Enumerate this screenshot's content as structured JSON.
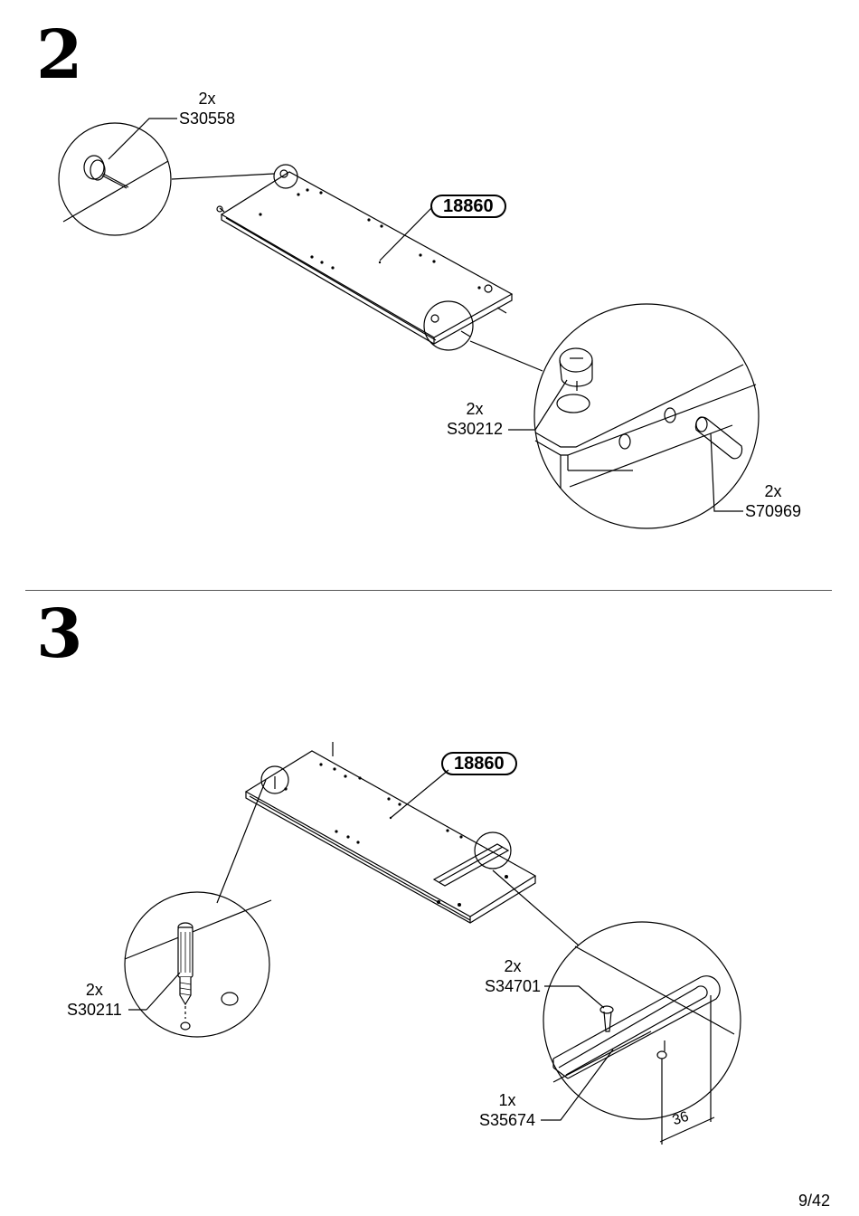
{
  "steps": {
    "step2": {
      "number": "2",
      "part_id": "18860",
      "callouts": {
        "s30558": {
          "qty": "2x",
          "code": "S30558"
        },
        "s30212": {
          "qty": "2x",
          "code": "S30212"
        },
        "s70969": {
          "qty": "2x",
          "code": "S70969"
        }
      }
    },
    "step3": {
      "number": "3",
      "part_id": "18860",
      "callouts": {
        "s30211": {
          "qty": "2x",
          "code": "S30211"
        },
        "s34701": {
          "qty": "2x",
          "code": "S34701"
        },
        "s35674": {
          "qty": "1x",
          "code": "S35674"
        }
      },
      "dimension": "36"
    }
  },
  "page_number": "9/42"
}
